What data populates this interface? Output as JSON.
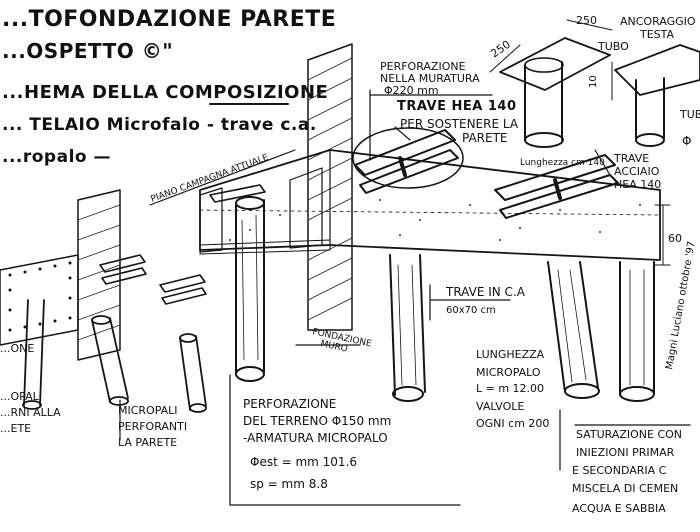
{
  "title": {
    "line1": "...TOFONDAZIONE PARETE",
    "line2": "...OSPETTO ©\"",
    "line3": "...HEMA DELLA COMPOSIZIONE",
    "line4": "... TELAIO Microfalo - trave c.a.",
    "line5": "...ropalo —"
  },
  "labels": {
    "piano_campagna": "PIANO CAMPAGNA ATTUALE",
    "perforazione_muratura_1": "PERFORAZIONE",
    "perforazione_muratura_2": "NELLA MURATURA",
    "perforazione_muratura_3": "Φ220 mm",
    "trave_hea_top": "TRAVE HEA 140",
    "per_sostenere_1": "PER SOSTENERE LA",
    "per_sostenere_2": "PARETE",
    "dim_250_a": "250",
    "dim_250_b": "250",
    "dim_10": "10",
    "ancoraggio_1": "ANCORAGGIO",
    "ancoraggio_2": "TESTA",
    "tubo": "TUBO",
    "tubo_right": "TUB",
    "phi_right": "Φ",
    "lunghezza_cm": "Lunghezza cm 140",
    "trave_acciaio_1": "TRAVE",
    "trave_acciaio_2": "ACCIAIO",
    "trave_acciaio_3": "HEA 140",
    "dim_60": "60",
    "trave_inca_1": "TRAVE IN C.A",
    "trave_inca_2": "60x70 cm",
    "fondazione_1": "FONDAZIONE",
    "fondazione_2": "MURO",
    "lunghezza_1": "LUNGHEZZA",
    "lunghezza_2": "MICROPALO",
    "lunghezza_3": "L = m 12.00",
    "valvole_1": "VALVOLE",
    "valvole_2": "OGNI cm 200",
    "perforazione_terreno_1": "PERFORAZIONE",
    "perforazione_terreno_2": "DEL TERRENO Φ150 mm",
    "perforazione_terreno_3": "-ARMATURA MICROPALO",
    "perforazione_terreno_4": "Φest = mm 101.6",
    "perforazione_terreno_5": "sp = mm 8.8",
    "micropali_perforanti_1": "MICROPALI",
    "micropali_perforanti_2": "PERFORANTI",
    "micropali_perforanti_3": "LA PARETE",
    "micropali_left_1": "...OPALI",
    "micropali_left_2": "...RNI ALLA",
    "micropali_left_3": "...ETE",
    "one_left": "...ONE",
    "saturazione_1": "SATURAZIONE CON",
    "saturazione_2": "INIEZIONI PRIMAR",
    "saturazione_3": "E SECONDARIA C",
    "saturazione_4": "MISCELA DI CEMEN",
    "saturazione_5": "ACQUA E SABBIA",
    "signature": "Magni Luciano ottobre '97"
  },
  "ink_color": "#151515"
}
